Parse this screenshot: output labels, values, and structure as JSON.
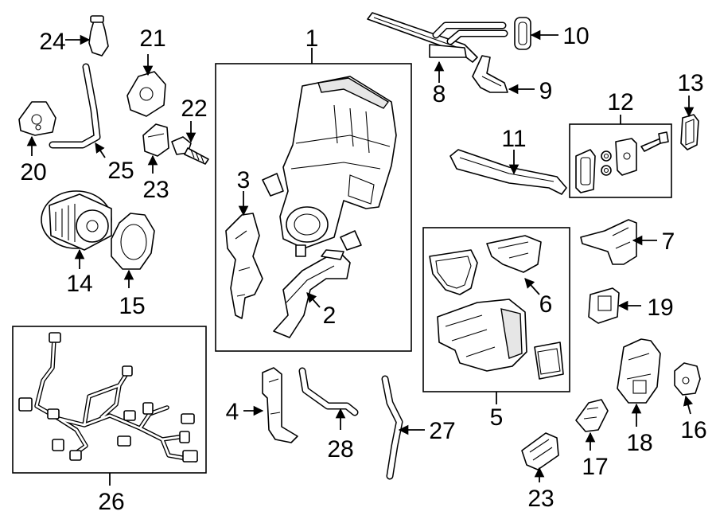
{
  "diagram": {
    "callouts": [
      {
        "id": "1",
        "label": "1"
      },
      {
        "id": "2",
        "label": "2"
      },
      {
        "id": "3",
        "label": "3"
      },
      {
        "id": "4",
        "label": "4"
      },
      {
        "id": "5",
        "label": "5"
      },
      {
        "id": "6",
        "label": "6"
      },
      {
        "id": "7",
        "label": "7"
      },
      {
        "id": "8",
        "label": "8"
      },
      {
        "id": "9",
        "label": "9"
      },
      {
        "id": "10",
        "label": "10"
      },
      {
        "id": "11",
        "label": "11"
      },
      {
        "id": "12",
        "label": "12"
      },
      {
        "id": "13",
        "label": "13"
      },
      {
        "id": "14",
        "label": "14"
      },
      {
        "id": "15",
        "label": "15"
      },
      {
        "id": "16",
        "label": "16"
      },
      {
        "id": "17",
        "label": "17"
      },
      {
        "id": "18",
        "label": "18"
      },
      {
        "id": "19",
        "label": "19"
      },
      {
        "id": "20",
        "label": "20"
      },
      {
        "id": "21",
        "label": "21"
      },
      {
        "id": "22",
        "label": "22"
      },
      {
        "id": "23a",
        "label": "23"
      },
      {
        "id": "23b",
        "label": "23"
      },
      {
        "id": "24",
        "label": "24"
      },
      {
        "id": "25",
        "label": "25"
      },
      {
        "id": "26",
        "label": "26"
      },
      {
        "id": "27",
        "label": "27"
      },
      {
        "id": "28",
        "label": "28"
      }
    ]
  }
}
